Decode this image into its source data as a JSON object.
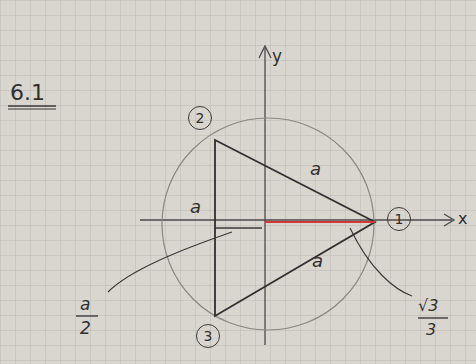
{
  "diagram": {
    "nodes": [
      {
        "text": [
          "2"
        ]
      },
      {
        "text": [
          "1"
        ]
      },
      {
        "text": [
          "3"
        ]
      }
    ],
    "labels": [
      "6.1",
      "y",
      "x",
      "a",
      "a",
      "a",
      "a",
      "2",
      "√3",
      "3"
    ]
  }
}
